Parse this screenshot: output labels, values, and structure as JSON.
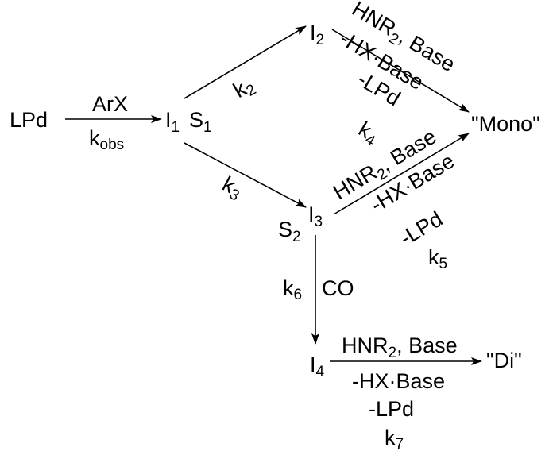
{
  "species": {
    "lpd": "LPd",
    "i1": "I",
    "i1_sub": "1",
    "s1": "S",
    "s1_sub": "1",
    "i2": "I",
    "i2_sub": "2",
    "i3": "I",
    "i3_sub": "3",
    "s2": "S",
    "s2_sub": "2",
    "i4": "I",
    "i4_sub": "4",
    "mono": "\"Mono\"",
    "di": "\"Di\""
  },
  "steps": {
    "oxidative_addition": {
      "reagent": "ArX",
      "rate": "k",
      "rate_sub": "obs"
    },
    "i1_to_i2": {
      "rate": "k",
      "rate_sub": "2"
    },
    "i1_to_i3": {
      "rate": "k",
      "rate_sub": "3"
    },
    "i2_to_mono": {
      "line1_a": "HNR",
      "line1_sub": "2",
      "line1_b": ", Base",
      "line2": "-HX·Base",
      "line3": "-LPd",
      "rate": "k",
      "rate_sub": "4"
    },
    "i3_to_mono": {
      "line1_a": "HNR",
      "line1_sub": "2",
      "line1_b": ", Base",
      "line2": "-HX·Base",
      "line3": "-LPd",
      "rate": "k",
      "rate_sub": "5"
    },
    "i3_to_i4": {
      "rate": "k",
      "rate_sub": "6",
      "reagent": "CO"
    },
    "i4_to_di": {
      "line1_a": "HNR",
      "line1_sub": "2",
      "line1_b": ", Base",
      "line2": "-HX·Base",
      "line3": "-LPd",
      "rate": "k",
      "rate_sub": "7"
    }
  }
}
